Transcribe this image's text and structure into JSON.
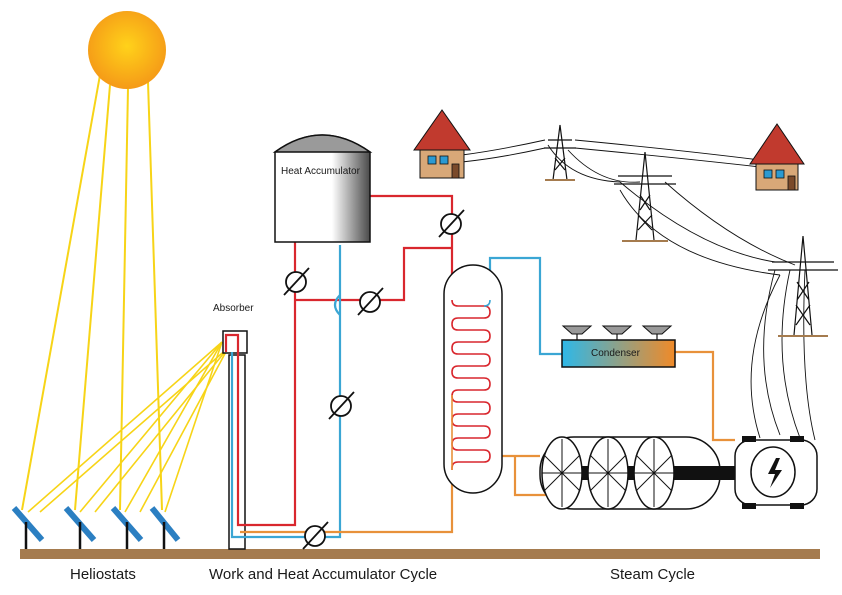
{
  "labels": {
    "heliostats": "Heliostats",
    "cycle": "Work and Heat Accumulator Cycle",
    "steam": "Steam Cycle",
    "absorber": "Absorber",
    "heat_accumulator": "Heat Accumulator",
    "condenser": "Condenser"
  },
  "colors": {
    "sun": "#f5a623",
    "sun_ray": "#f7d417",
    "ground": "#a57b4e",
    "hot_line": "#d9272e",
    "cold_line": "#3aa6d4",
    "steam_line": "#e8913a",
    "roof": "#c13a2e",
    "house": "#d8a878"
  }
}
